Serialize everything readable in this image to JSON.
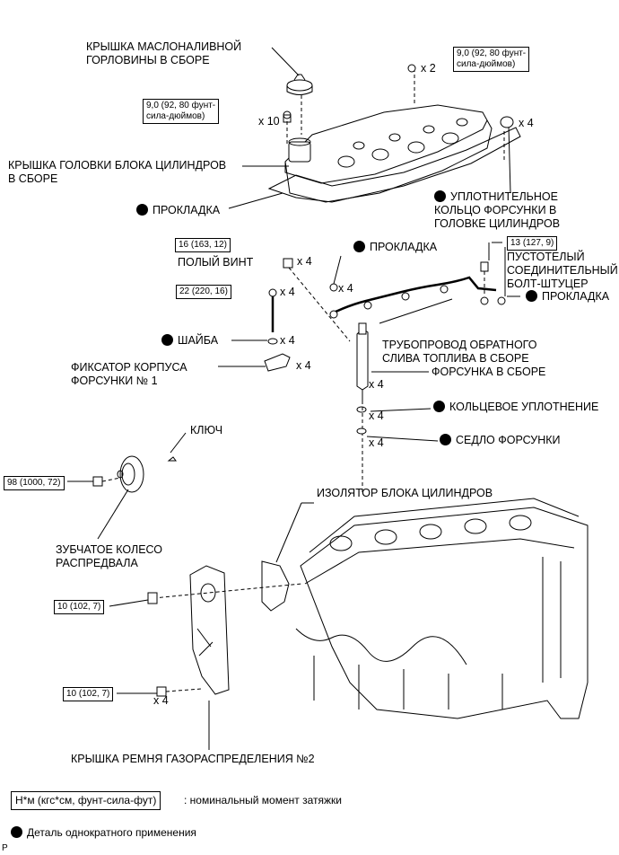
{
  "labels": {
    "oil_filler_cap": [
      "КРЫШКА МАСЛОНАЛИВНОЙ",
      "ГОРЛОВИНЫ В СБОРЕ"
    ],
    "head_cover": [
      "КРЫШКА ГОЛОВКИ БЛОКА ЦИЛИНДРОВ",
      "В СБОРЕ"
    ],
    "gasket_cover": "ПРОКЛАДКА",
    "injector_seal_ring": [
      "УПЛОТНИТЕЛЬНОЕ",
      "КОЛЬЦО ФОРСУНКИ В",
      "ГОЛОВКЕ ЦИЛИНДРОВ"
    ],
    "gasket_pipe": "ПРОКЛАДКА",
    "hollow_screw": "ПОЛЫЙ ВИНТ",
    "union_bolt": [
      "ПУСТОТЕЛЫЙ",
      "СОЕДИНИТЕЛЬНЫЙ",
      "БОЛТ-ШТУЦЕР"
    ],
    "gasket_union": "ПРОКЛАДКА",
    "washer": "ШАЙБА",
    "return_pipe": [
      "ТРУБОПРОВОД ОБРАТНОГО",
      "СЛИВА ТОПЛИВА В СБОРЕ"
    ],
    "clamp": [
      "ФИКСАТОР КОРПУСА",
      "ФОРСУНКИ № 1"
    ],
    "injector": "ФОРСУНКА В СБОРЕ",
    "o_ring": "КОЛЬЦЕВОЕ УПЛОТНЕНИЕ",
    "seat": "СЕДЛО ФОРСУНКИ",
    "key": "КЛЮЧ",
    "insulator": "ИЗОЛЯТОР БЛОКА ЦИЛИНДРОВ",
    "cam_gear": [
      "ЗУБЧАТОЕ КОЛЕСО",
      "РАСПРЕДВАЛА"
    ],
    "timing_cover": "КРЫШКА РЕМНЯ ГАЗОРАСПРЕДЕЛЕНИЯ №2"
  },
  "torque": {
    "cap_x2": [
      "9,0 (92, 80 фунт-",
      "сила-дюймов)"
    ],
    "cover_x10": [
      "9,0 (92, 80 фунт-",
      "сила-дюймов)"
    ],
    "hollow": "16 (163, 12)",
    "union": "13 (127, 9)",
    "clamp_bolt": "22 (220, 16)",
    "gear": "98 (1000, 72)",
    "cover2_a": "10 (102, 7)",
    "cover2_b": "10 (102, 7)"
  },
  "qty": {
    "x2": "x 2",
    "x10": "x 10",
    "x4": "x 4"
  },
  "legend": {
    "torque_unit": "Н*м (кгс*см, фунт-сила-фут)",
    "torque_desc": ": номинальный момент затяжки",
    "non_reusable": "Деталь однократного применения"
  },
  "footer_mark": "P"
}
